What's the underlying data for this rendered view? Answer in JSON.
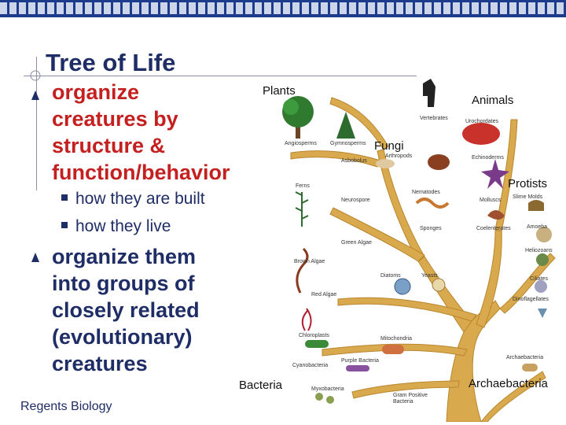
{
  "slide": {
    "title": "Tree of Life",
    "point1": [
      "organize",
      "creatures by",
      "structure &",
      "function/behavior"
    ],
    "subpoints": [
      "how they are built",
      "how they live"
    ],
    "point2": [
      "organize them",
      "into groups of",
      "closely related",
      "(evolutionary)",
      "creatures"
    ],
    "footer": "Regents Biology"
  },
  "tree": {
    "kingdoms": [
      "Plants",
      "Animals",
      "Fungi",
      "Protists",
      "Bacteria",
      "Archaebacteria"
    ],
    "groups": {
      "g01": "Vertebrates",
      "g02": "Urochordates",
      "g03": "Angiosperms",
      "g04": "Gymnosperms",
      "g05": "Arthropods",
      "g06": "Asbobolus",
      "g07": "Echinoderms",
      "g08": "Ferns",
      "g09": "Nematodes",
      "g10": "Molluscs",
      "g11": "Slime Molds",
      "g12": "Neurospore",
      "g13": "Sponges",
      "g14": "Coelenterates",
      "g15": "Amoeba",
      "g16": "Green Algae",
      "g17": "Heliozoans",
      "g18": "Brown Algae",
      "g19": "Diatoms",
      "g20": "Yeasts",
      "g21": "Ciliates",
      "g22": "Red Algae",
      "g23": "Dinoflagellates",
      "g24": "Chloroplasts",
      "g25": "Mitochondria",
      "g26": "Cyanobacteria",
      "g27": "Purple Bacteria",
      "g28": "Archaebacteria",
      "g29": "Myxobacteria",
      "g30": "Gram Positive",
      "g31": "Bacteria"
    }
  },
  "colors": {
    "accent": "#1f2d66",
    "highlight": "#c42020",
    "trunk": "#d9a94e"
  }
}
